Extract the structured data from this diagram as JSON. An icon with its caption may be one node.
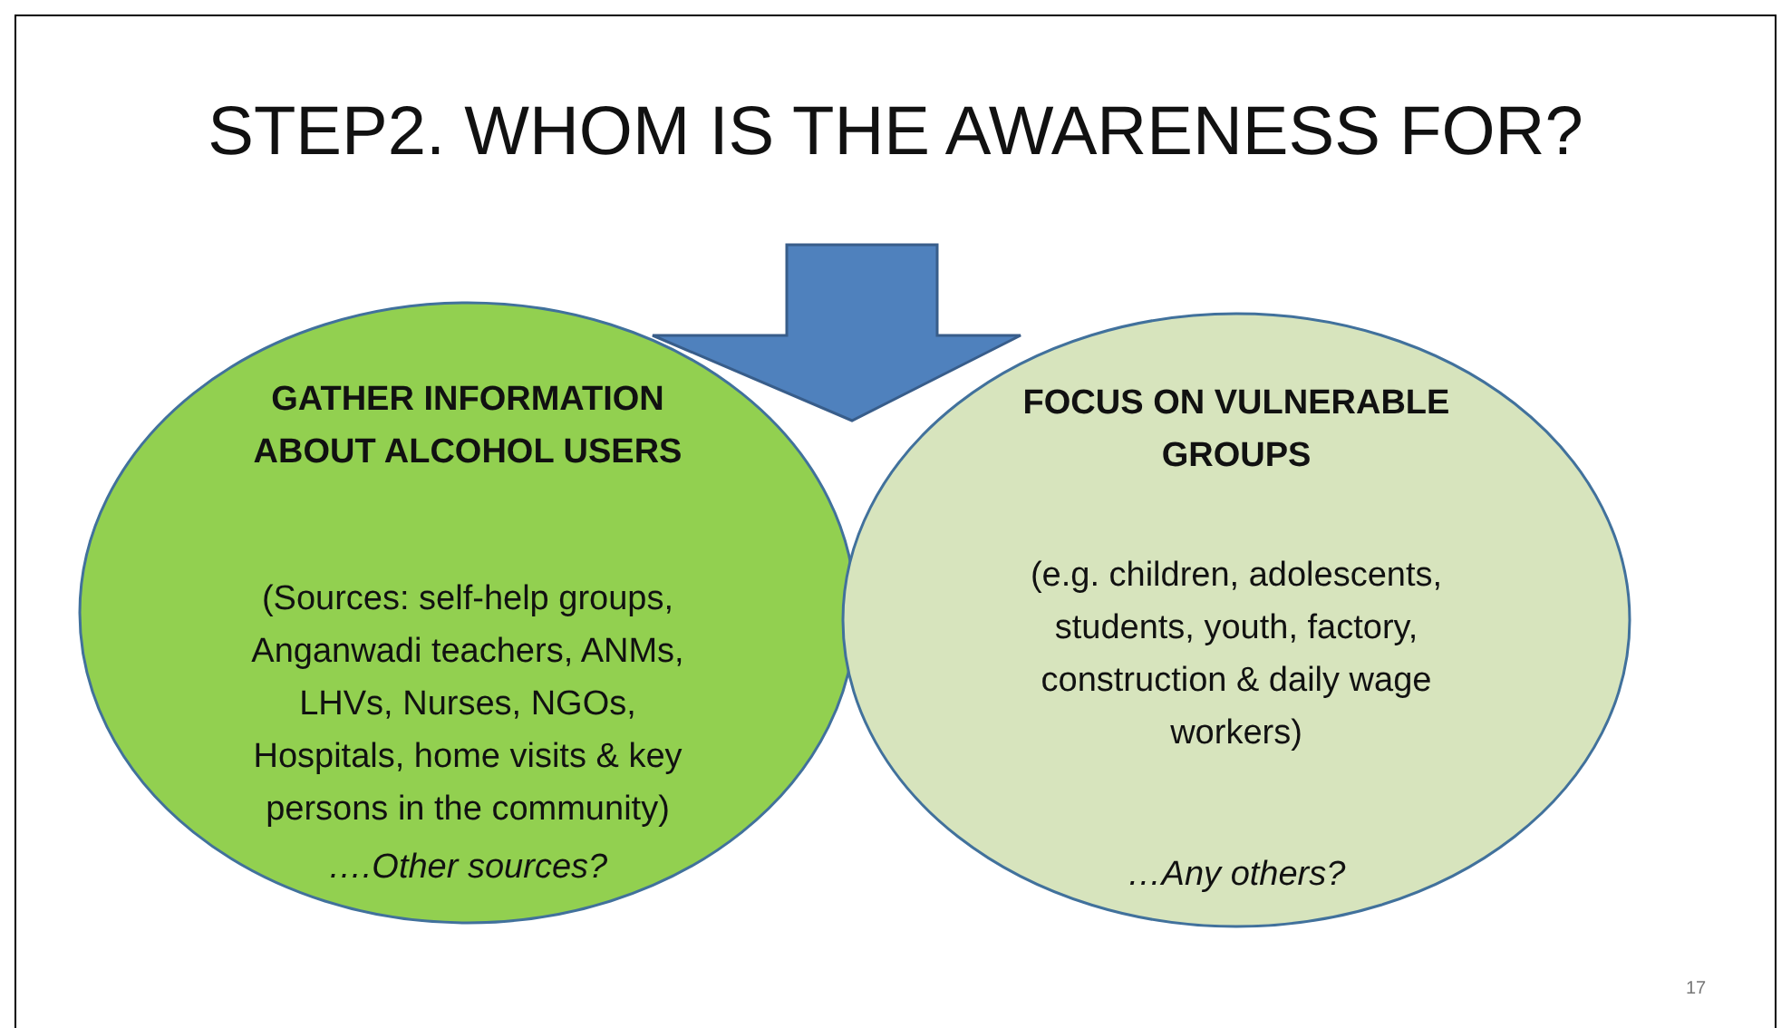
{
  "diagram": {
    "title": "STEP2. WHOM IS THE AWARENESS FOR?",
    "nodes": [
      {
        "text": [
          "GATHER INFORMATION ABOUT ALCOHOL USERS",
          "(Sources: self-help groups, Anganwadi teachers, ANMs, LHVs, Nurses, NGOs, Hospitals, home visits & key persons in the community)",
          "….Other sources?"
        ]
      },
      {
        "text": [
          "FOCUS ON VULNERABLE GROUPS",
          "(e.g. children, adolescents, students, youth, factory, construction & daily wage workers)",
          "…Any others?"
        ]
      }
    ],
    "edges": [
      {
        "from": null,
        "to": 0,
        "arrow": "to"
      },
      {
        "from": null,
        "to": 1,
        "arrow": "to"
      }
    ],
    "labels": [
      "17"
    ]
  }
}
